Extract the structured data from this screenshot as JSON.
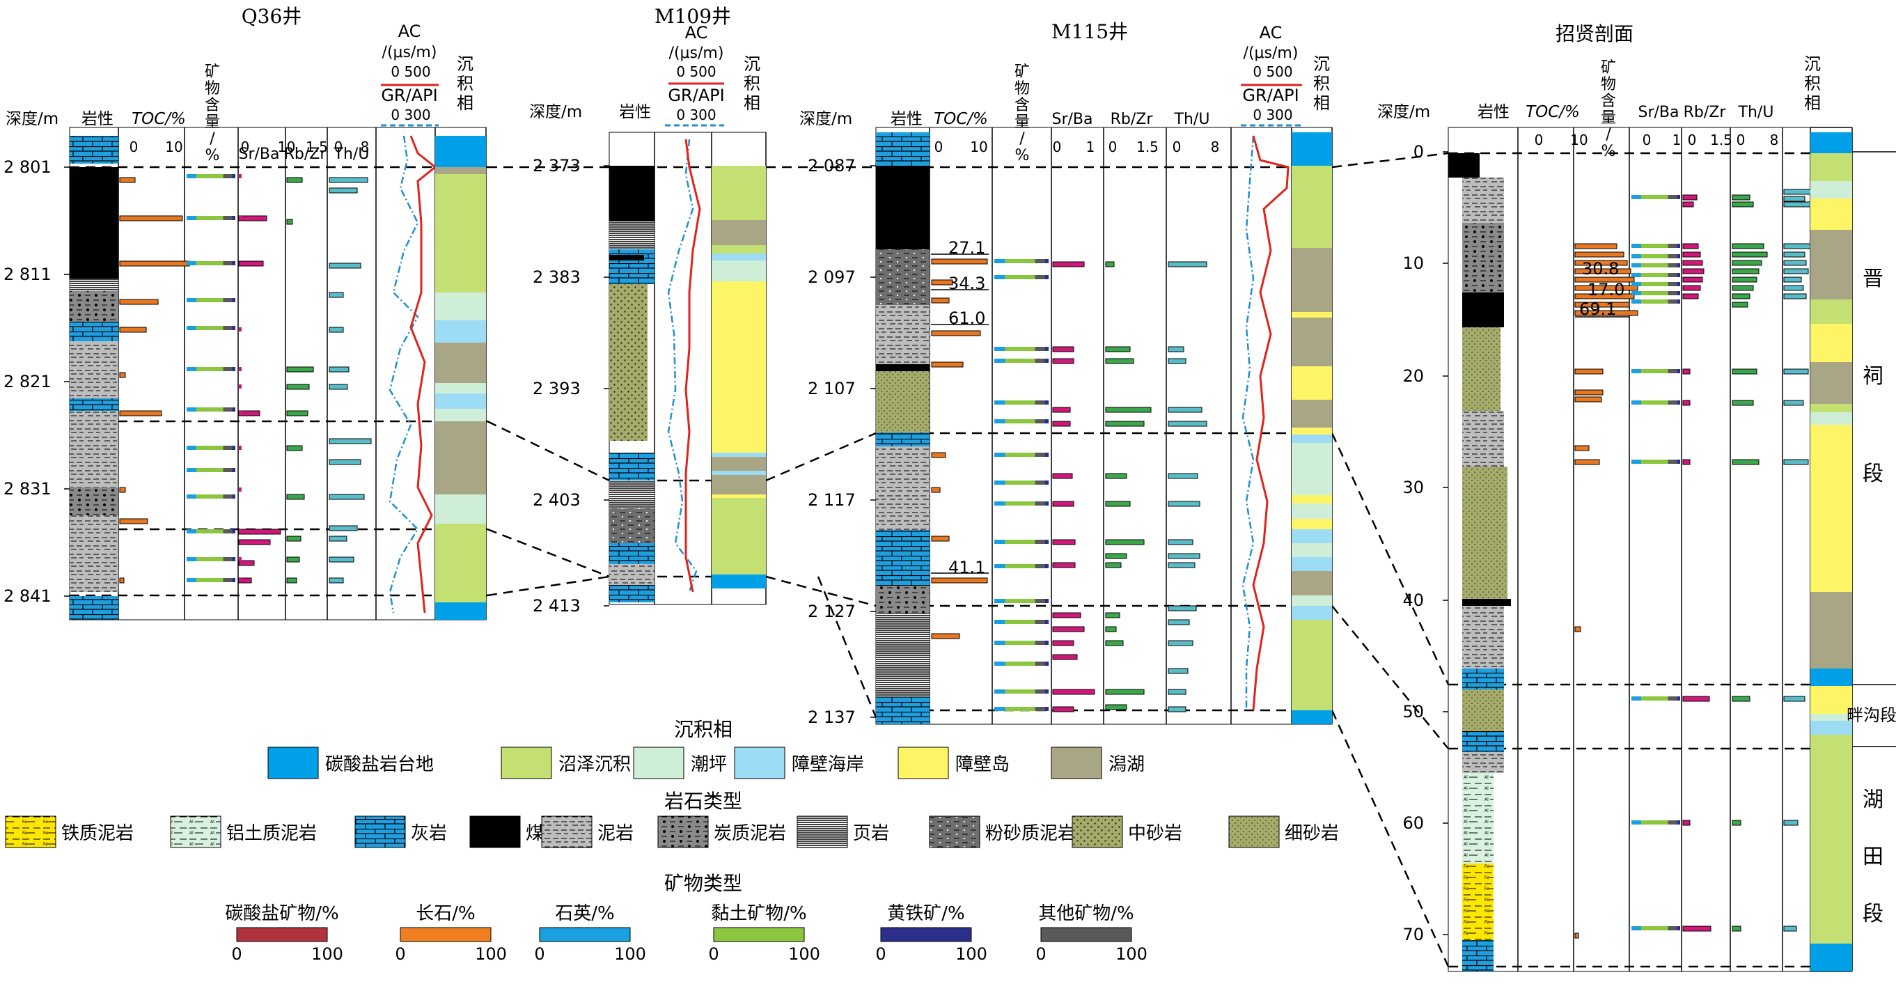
{
  "colors": {
    "carbonate": "#00a0e9",
    "swamp": "#c4df72",
    "tidal": "#cfeed8",
    "barrier_coast": "#9ddcf5",
    "barrier_island": "#fdf566",
    "lagoon": "#a9a685",
    "coal": "#000000",
    "limestone": "#1ea0e0",
    "ferruginous": "#fde600",
    "alumina": "#d9f2e0",
    "sandstone": "#a5ab6a",
    "m_carbonate": "#b0323f",
    "m_feldspar": "#f07f22",
    "m_quartz": "#1aa0e0",
    "m_clay": "#8cc63f",
    "m_pyrite": "#2b2e8a",
    "m_other": "#595959",
    "toc": "#e87722",
    "srba": "#d0187a",
    "rbzr": "#3aa84a",
    "thu": "#58bcc9",
    "gr": "#1f8fd0",
    "ac": "#e0231c"
  },
  "wells": [
    {
      "name": "Q36井",
      "depth_label": "深度/m",
      "headers": {
        "lithology": "岩性",
        "toc": "TOC/%",
        "minerals": "矿物含量/%",
        "srba": "Sr/Ba",
        "rbzr": "Rb/Zr",
        "thu": "Th/U",
        "ac": "AC",
        "ac_unit": "/(μs/m)",
        "ac_scale": "0   500",
        "gr": "GR/API",
        "gr_scale": "0   300",
        "facies": "沉积相"
      },
      "scales": {
        "toc": [
          "0",
          "10"
        ],
        "srba": [
          "0",
          "1"
        ],
        "rbzr": [
          "0",
          "1.5"
        ],
        "thu": [
          "0",
          "8"
        ]
      },
      "depth_ticks": [
        "2 801",
        "2 811",
        "2 821",
        "2 831",
        "2 841"
      ]
    },
    {
      "name": "M109井",
      "depth_label": "深度/m",
      "headers": {
        "lithology": "岩性",
        "ac": "AC",
        "ac_unit": "/(μs/m)",
        "ac_scale": "0   500",
        "gr": "GR/API",
        "gr_scale": "0   300",
        "facies": "沉积相"
      },
      "depth_ticks": [
        "2 373",
        "2 383",
        "2 393",
        "2 403",
        "2 413"
      ]
    },
    {
      "name": "M115井",
      "depth_label": "深度/m",
      "headers": {
        "lithology": "岩性",
        "toc": "TOC/%",
        "minerals": "矿物含量/%",
        "srba": "Sr/Ba",
        "rbzr": "Rb/Zr",
        "thu": "Th/U",
        "ac": "AC",
        "ac_unit": "/(μs/m)",
        "ac_scale": "0   500",
        "gr": "GR/API",
        "gr_scale": "0   300",
        "facies": "沉积相"
      },
      "scales": {
        "toc": [
          "0",
          "10"
        ],
        "srba": [
          "0",
          "1"
        ],
        "rbzr": [
          "0",
          "1.5"
        ],
        "thu": [
          "0",
          "8"
        ]
      },
      "depth_ticks": [
        "2 087",
        "2 097",
        "2 107",
        "2 117",
        "2 127",
        "2 137"
      ],
      "toc_labels": [
        "27.1",
        "34.3",
        "61.0",
        "41.1"
      ]
    },
    {
      "name": "招贤剖面",
      "depth_label": "深度/m",
      "headers": {
        "lithology": "岩性",
        "toc": "TOC/%",
        "minerals": "矿物含量/%",
        "srba": "Sr/Ba",
        "rbzr": "Rb/Zr",
        "thu": "Th/U",
        "facies": "沉积相"
      },
      "scales": {
        "toc": [
          "0",
          "10"
        ],
        "srba": [
          "0",
          "1"
        ],
        "rbzr": [
          "0",
          "1.5"
        ],
        "thu": [
          "0",
          "8"
        ]
      },
      "depth_ticks": [
        "0",
        "10",
        "20",
        "30",
        "40",
        "50",
        "60",
        "70"
      ],
      "toc_labels": [
        "30.8",
        "17.0",
        "69.1"
      ],
      "sections": [
        "晋",
        "祠",
        "段",
        "畔沟段",
        "湖",
        "田",
        "段"
      ]
    }
  ],
  "legend": {
    "facies_title": "沉积相",
    "facies": [
      {
        "label": "碳酸盐岩台地",
        "color": "#00a0e9"
      },
      {
        "label": "沼泽沉积",
        "color": "#c4df72"
      },
      {
        "label": "潮坪",
        "color": "#cfeed8"
      },
      {
        "label": "障壁海岸",
        "color": "#9ddcf5"
      },
      {
        "label": "障壁岛",
        "color": "#fdf566"
      },
      {
        "label": "潟湖",
        "color": "#a9a685"
      }
    ],
    "rock_title": "岩石类型",
    "rocks": [
      "铁质泥岩",
      "铝土质泥岩",
      "灰岩",
      "煤",
      "泥岩",
      "炭质泥岩",
      "页岩",
      "粉砂质泥岩",
      "中砂岩",
      "细砂岩"
    ],
    "mineral_title": "矿物类型",
    "minerals": [
      {
        "label": "碳酸盐矿物/%",
        "color": "#b0323f"
      },
      {
        "label": "长石/%",
        "color": "#f07f22"
      },
      {
        "label": "石英/%",
        "color": "#1aa0e0"
      },
      {
        "label": "黏土矿物/%",
        "color": "#8cc63f"
      },
      {
        "label": "黄铁矿/%",
        "color": "#2b2e8a"
      },
      {
        "label": "其他矿物/%",
        "color": "#595959"
      }
    ],
    "scale_min": "0",
    "scale_max": "100"
  }
}
